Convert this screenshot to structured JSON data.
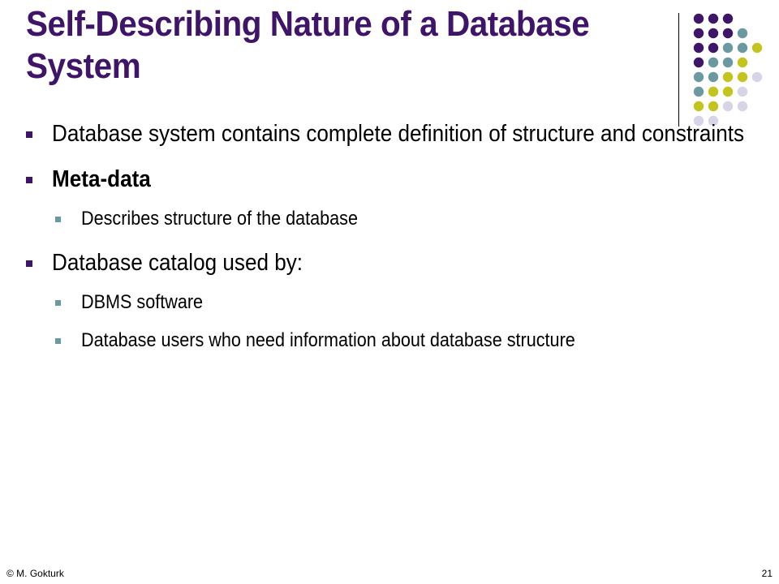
{
  "slide": {
    "title": "Self-Describing Nature of a Database System",
    "bullets": [
      {
        "level": 1,
        "text": "Database system contains complete definition of structure and constraints",
        "bold": false
      },
      {
        "level": 1,
        "text": "Meta-data",
        "bold": true
      },
      {
        "level": 2,
        "text": "Describes structure of the database",
        "bold": false
      },
      {
        "level": 1,
        "text": "Database catalog used by:",
        "bold": false
      },
      {
        "level": 2,
        "text": "DBMS software",
        "bold": false
      },
      {
        "level": 2,
        "text": "Database users who need information about database structure",
        "bold": false
      }
    ]
  },
  "footer": {
    "copyright": "© M. Gokturk",
    "page_number": "21"
  },
  "colors": {
    "title": "#3f1569",
    "dot_purple": "#3f1569",
    "dot_teal": "#6a9aa0",
    "dot_yellow": "#c4c41e",
    "dot_lavender": "#d6d4e6",
    "sub_bullet": "#6a9aa0"
  },
  "decoration": {
    "dot_grid": [
      [
        "purple",
        "purple",
        "purple",
        "none"
      ],
      [
        "purple",
        "purple",
        "purple",
        "teal"
      ],
      [
        "purple",
        "purple",
        "teal",
        "teal",
        "yellow"
      ],
      [
        "purple",
        "teal",
        "teal",
        "yellow",
        "none"
      ],
      [
        "teal",
        "teal",
        "yellow",
        "yellow",
        "lavender"
      ],
      [
        "teal",
        "yellow",
        "yellow",
        "lavender",
        "none"
      ],
      [
        "yellow",
        "yellow",
        "lavender",
        "lavender",
        "none"
      ],
      [
        "lavender",
        "lavender",
        "none",
        "none",
        "none"
      ]
    ]
  }
}
